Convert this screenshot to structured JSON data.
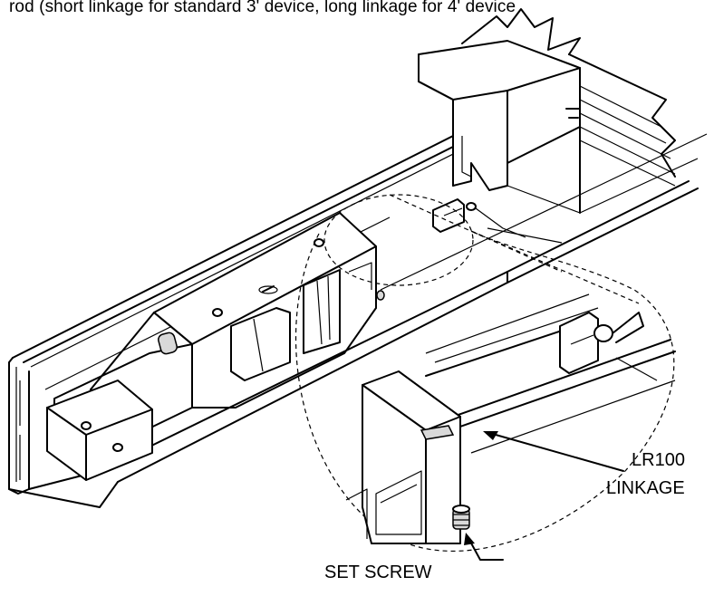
{
  "caption": "rod (short linkage for standard 3' device, long linkage for 4' device",
  "labels": {
    "linkage_line1": "LR100",
    "linkage_line2": "LINKAGE",
    "set_screw": "SET SCREW"
  }
}
